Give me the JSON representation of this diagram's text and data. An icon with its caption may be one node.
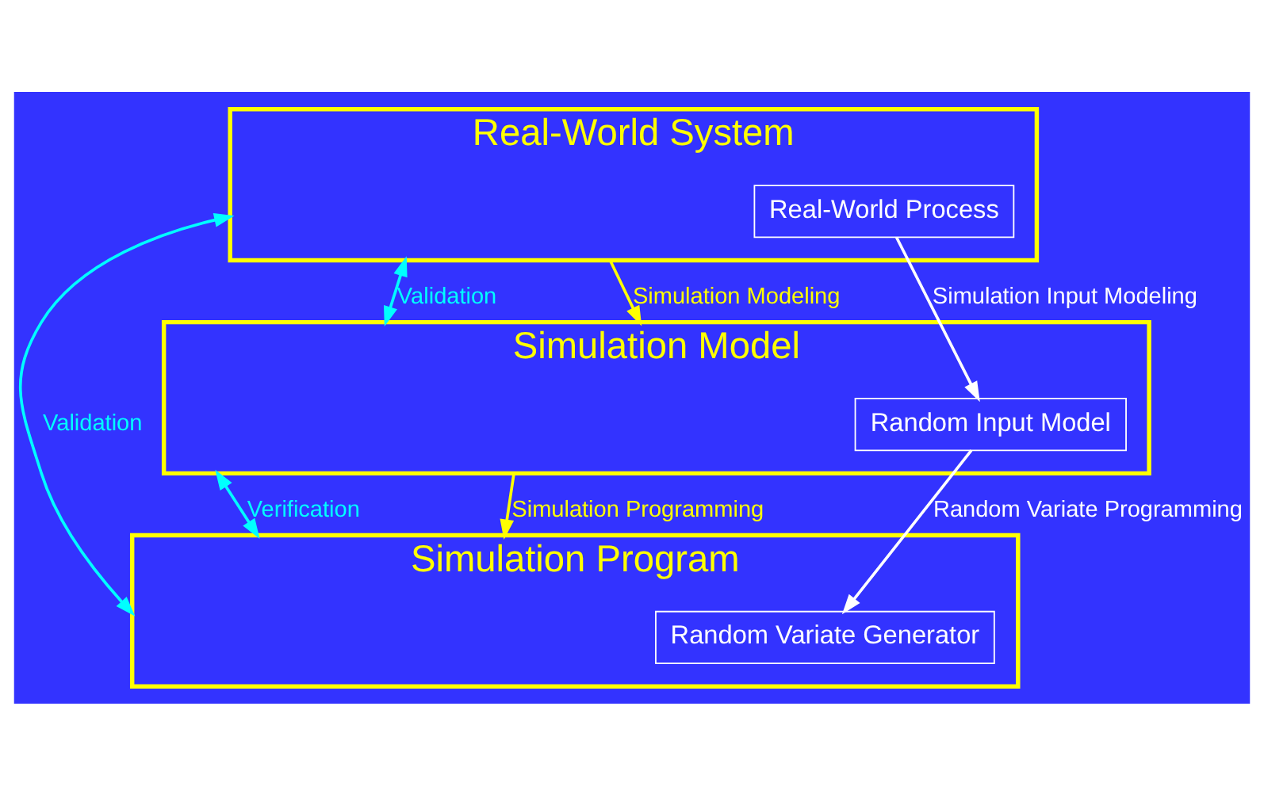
{
  "diagram": {
    "nodes": [
      {
        "text": [
          "Real-World System"
        ]
      },
      {
        "text": [
          "Real-World Process"
        ],
        "in": 0
      },
      {
        "text": [
          "Simulation Model"
        ]
      },
      {
        "text": [
          "Random Input Model"
        ],
        "in": 2
      },
      {
        "text": [
          "Simulation Program"
        ]
      },
      {
        "text": [
          "Random Variate Generator"
        ],
        "in": 4
      }
    ],
    "edges": [
      {
        "from": 0,
        "to": 2,
        "arrow": "to",
        "label": "Simulation Modeling",
        "color": "#ffff00"
      },
      {
        "from": 2,
        "to": 4,
        "arrow": "to",
        "label": "Simulation Programming",
        "color": "#ffff00"
      },
      {
        "from": 1,
        "to": 3,
        "arrow": "to",
        "label": "Simulation Input Modeling",
        "color": "#ffffff"
      },
      {
        "from": 3,
        "to": 5,
        "arrow": "to",
        "label": "Random Variate Programming",
        "color": "#ffffff"
      },
      {
        "from": 4,
        "to": 0,
        "arrow": "both",
        "label": "Validation",
        "color": "#00ffff"
      },
      {
        "from": 2,
        "to": 0,
        "arrow": "both",
        "label": "Validation",
        "color": "#00ffff"
      },
      {
        "from": 4,
        "to": 2,
        "arrow": "both",
        "label": "Verification",
        "color": "#00ffff"
      }
    ]
  }
}
